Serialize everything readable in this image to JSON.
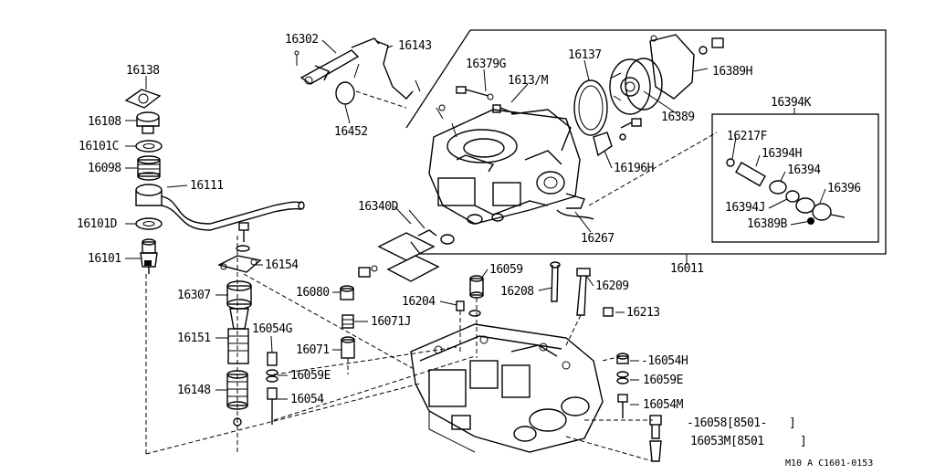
{
  "labels": {
    "p16302": "16302",
    "p16143": "16143",
    "p16138": "16138",
    "p16379G": "16379G",
    "p16137M": "1613/M",
    "p16137": "16137",
    "p16389H": "16389H",
    "p16108": "16108",
    "p16101C": "16101C",
    "p16098": "16098",
    "p16111": "16111",
    "p16452": "16452",
    "p16389": "16389",
    "p16394K": "16394K",
    "p16217F": "16217F",
    "p16394H": "16394H",
    "p16196H": "16196H",
    "p16394": "16394",
    "p16396": "16396",
    "p16394J": "16394J",
    "p16340D": "16340D",
    "p16389B": "16389B",
    "p16101D": "16101D",
    "p16267": "16267",
    "p16011": "16011",
    "p16101": "16101",
    "p16154": "16154",
    "p16059": "16059",
    "p16208": "16208",
    "p16209": "16209",
    "p16307": "16307",
    "p16080": "16080",
    "p16204": "16204",
    "p16213": "16213",
    "p16071J": "16071J",
    "p16054G": "16054G",
    "p16151": "16151",
    "p16071": "16071",
    "p16059E": "16059E",
    "p16148": "16148",
    "p16054": "16054",
    "p16054H": "-16054H",
    "p16059E_r": "16059E",
    "p16054M": "16054M",
    "p16058": "-16058[8501-",
    "p16058_end": "]",
    "p16053M": "16053M[8501",
    "p16053M_end": "]"
  },
  "footer": {
    "code": "M10  A  C1601-0153"
  }
}
